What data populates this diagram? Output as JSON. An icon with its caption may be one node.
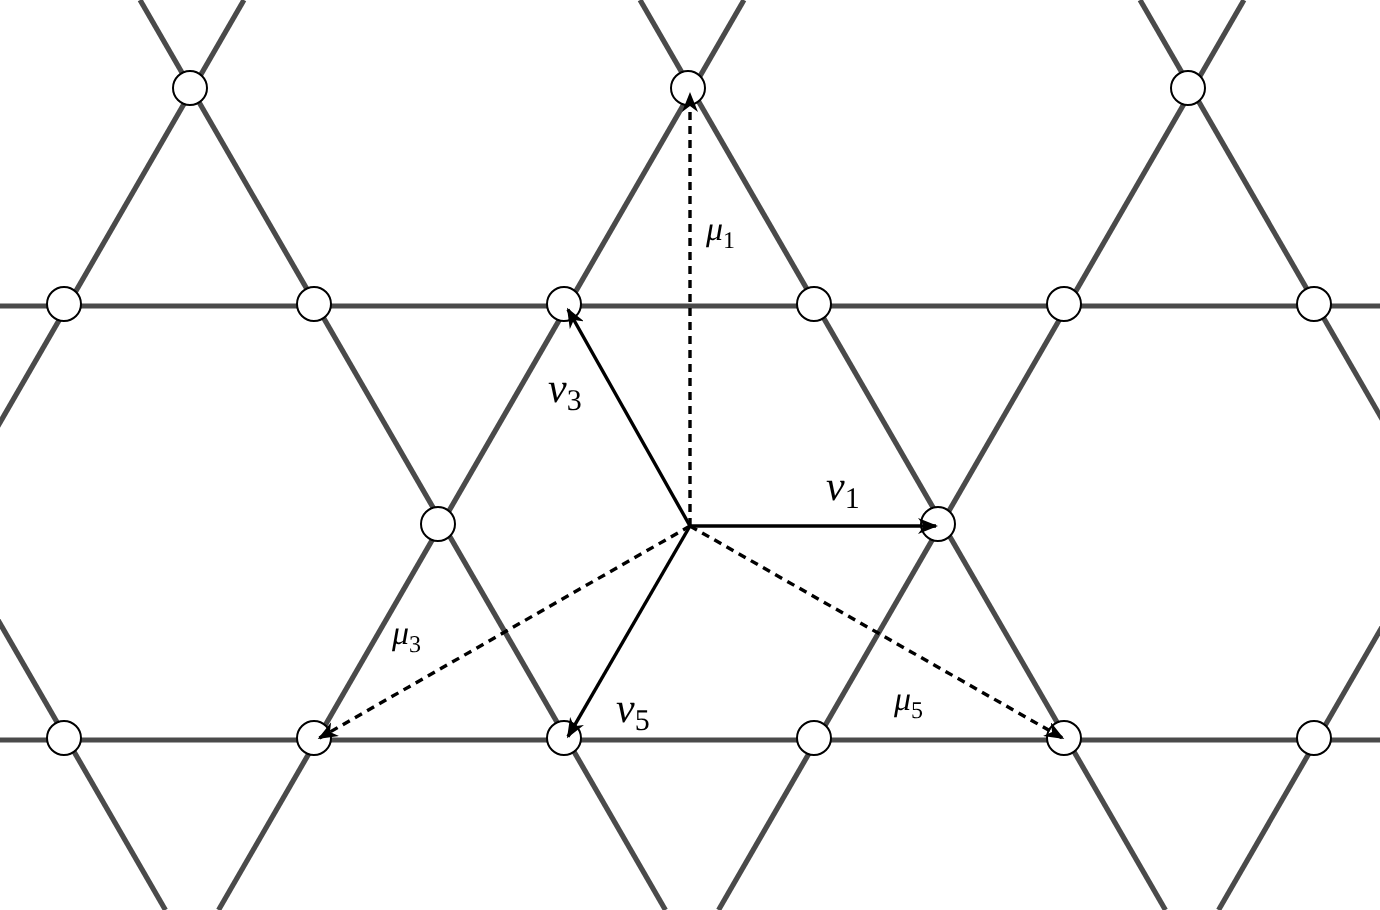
{
  "diagram": {
    "nodes": [
      {
        "text": [],
        "shape": "circle"
      },
      {
        "text": [],
        "shape": "circle"
      },
      {
        "text": [],
        "shape": "circle"
      },
      {
        "text": [],
        "shape": "circle"
      },
      {
        "text": [],
        "shape": "circle"
      },
      {
        "text": [],
        "shape": "circle"
      },
      {
        "text": [],
        "shape": "circle"
      },
      {
        "text": [],
        "shape": "circle"
      },
      {
        "text": [],
        "shape": "circle"
      },
      {
        "text": [],
        "shape": "circle"
      },
      {
        "text": [],
        "shape": "circle"
      },
      {
        "text": [],
        "shape": "circle"
      },
      {
        "text": [],
        "shape": "circle"
      },
      {
        "text": [],
        "shape": "circle"
      },
      {
        "text": [],
        "shape": "circle"
      },
      {
        "text": [],
        "shape": "circle"
      },
      {
        "text": [],
        "shape": "circle"
      }
    ],
    "edges": [
      {
        "from": null,
        "to": 10,
        "arrow": "to",
        "label": "*ν*$_{1}$"
      },
      {
        "from": null,
        "to": 5,
        "arrow": "to",
        "label": "*ν*$_{3}$"
      },
      {
        "from": null,
        "to": 13,
        "arrow": "to",
        "label": "*ν*$_{5}$"
      },
      {
        "from": null,
        "to": 1,
        "arrow": "to",
        "label": "*μ*$_{1}$",
        "style": "dashed"
      },
      {
        "from": null,
        "to": 12,
        "arrow": "to",
        "label": "*μ*$_{3}$",
        "style": "dashed"
      },
      {
        "from": null,
        "to": 15,
        "arrow": "to",
        "label": "*μ*$_{5}$",
        "style": "dashed"
      }
    ]
  }
}
